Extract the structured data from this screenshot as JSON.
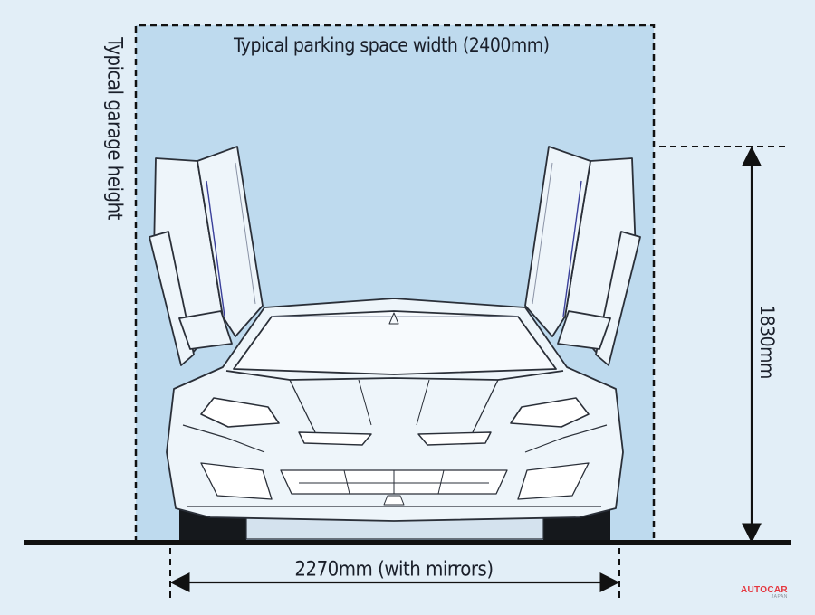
{
  "labels": {
    "parking_width": "Typical parking space width (2400mm)",
    "garage_height": "Typical garage height",
    "car_height": "1830mm",
    "car_width": "2270mm (with mirrors)"
  },
  "logo": {
    "name": "AUTOCAR",
    "region": "JAPAN"
  },
  "colors": {
    "background": "#e2eef7",
    "parking_fill": "#bedaee",
    "car_fill": "#eef5fa",
    "line": "#22272e",
    "logo_red": "#e5373f"
  },
  "icons": [
    "car-front-illustration",
    "dimension-arrow"
  ]
}
